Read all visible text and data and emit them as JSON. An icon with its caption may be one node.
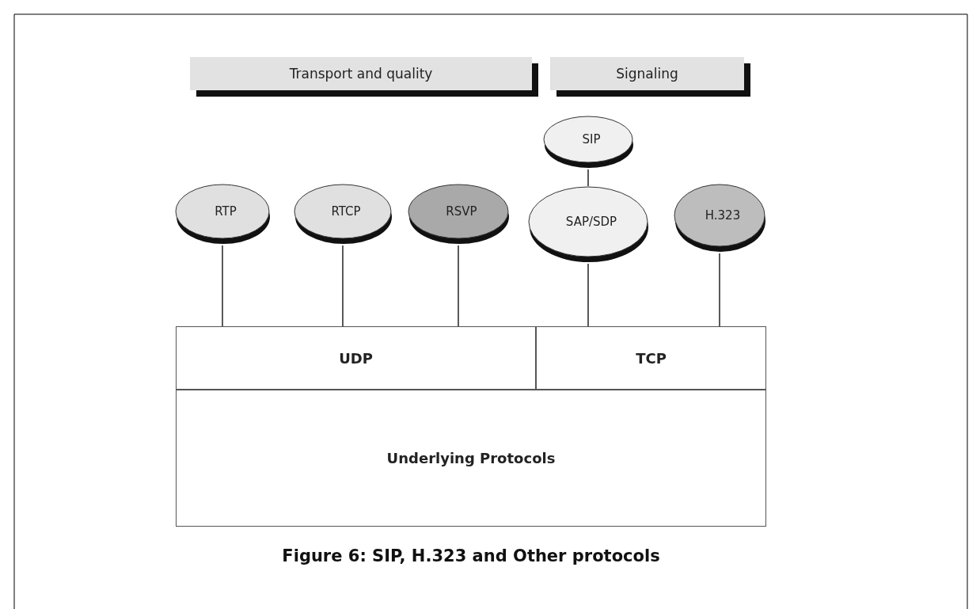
{
  "diagram": {
    "caption": "Figure 6: SIP, H.323 and Other protocols",
    "nodes": [
      {
        "text": [
          "Transport and quality"
        ]
      },
      {
        "text": [
          "Signaling"
        ]
      },
      {
        "text": [
          "SIP"
        ]
      },
      {
        "text": [
          "RTP"
        ]
      },
      {
        "text": [
          "RTCP"
        ]
      },
      {
        "text": [
          "RSVP"
        ]
      },
      {
        "text": [
          "SAP/SDP"
        ]
      },
      {
        "text": [
          "H.323"
        ]
      },
      {
        "text": [
          "UDP"
        ]
      },
      {
        "text": [
          "TCP"
        ]
      },
      {
        "text": [
          "Underlying Protocols"
        ]
      }
    ],
    "edges": [
      {
        "from": 2,
        "to": 6,
        "arrow": "none"
      },
      {
        "from": 3,
        "to": 8,
        "arrow": "none"
      },
      {
        "from": 4,
        "to": 8,
        "arrow": "none"
      },
      {
        "from": 5,
        "to": 8,
        "arrow": "none"
      },
      {
        "from": 6,
        "to": 9,
        "arrow": "none"
      },
      {
        "from": 7,
        "to": 9,
        "arrow": "none"
      }
    ]
  }
}
